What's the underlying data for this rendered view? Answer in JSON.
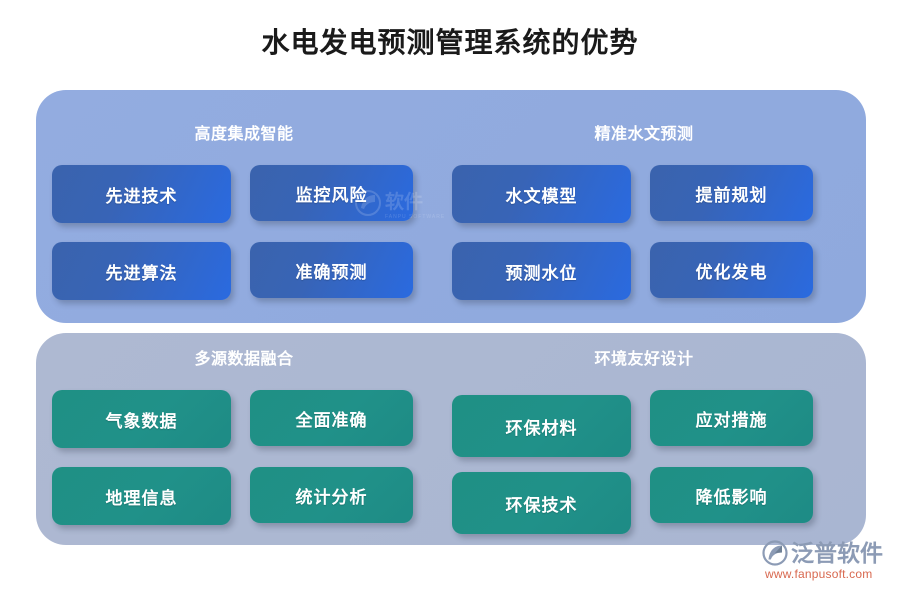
{
  "page": {
    "title": "水电发电预测管理系统的优势",
    "background_color": "#ffffff"
  },
  "colors": {
    "title_text": "#1a1a1a",
    "panel_top": "#92acdf",
    "panel_bottom": "#adbbd4",
    "card_blue_start": "#3a63ad",
    "card_blue_end": "#2a6ae0",
    "card_green": "#1f9084",
    "card_text": "#ffffff",
    "brand_name_text": "#8c9bb5",
    "brand_url_text": "#d8684f"
  },
  "panels": [
    {
      "id": "panel-top",
      "card_style": "blue",
      "groups": [
        {
          "header": "高度集成智能",
          "cards": [
            "先进技术",
            "先进算法",
            "监控风险",
            "准确预测"
          ]
        },
        {
          "header": "精准水文预测",
          "cards": [
            "水文模型",
            "预测水位",
            "提前规划",
            "优化发电"
          ]
        }
      ]
    },
    {
      "id": "panel-bottom",
      "card_style": "green",
      "groups": [
        {
          "header": "多源数据融合",
          "cards": [
            "气象数据",
            "地理信息",
            "全面准确",
            "统计分析"
          ]
        },
        {
          "header": "环境友好设计",
          "cards": [
            "环保材料",
            "环保技术",
            "应对措施",
            "降低影响"
          ]
        }
      ]
    }
  ],
  "watermark": {
    "text": "软件",
    "subtext": "FANPU SOFTWARE"
  },
  "brand": {
    "name": "泛普软件",
    "url": "www.fanpusoft.com",
    "mark": "fanpu-swoosh-logo"
  }
}
